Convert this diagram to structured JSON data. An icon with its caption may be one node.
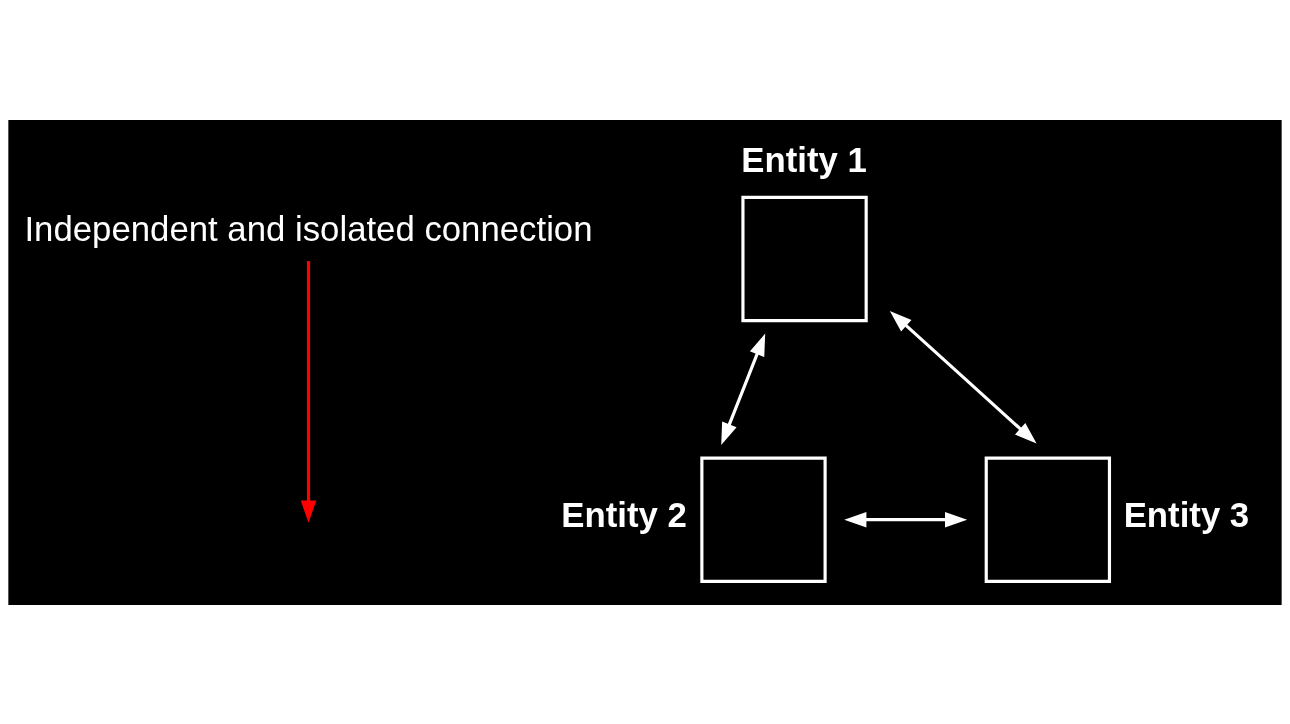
{
  "diagram": {
    "nodes": [
      {
        "text": [
          "Entity 1"
        ]
      },
      {
        "text": [
          "Entity 2"
        ]
      },
      {
        "text": [
          "Entity 3"
        ]
      },
      {
        "text": [
          "Independent and isolated connection"
        ]
      }
    ],
    "edges": [
      {
        "from": 1,
        "to": 0,
        "arrow": "both"
      },
      {
        "from": 0,
        "to": 2,
        "arrow": "both"
      },
      {
        "from": 1,
        "to": 2,
        "arrow": "both"
      },
      {
        "from": 3,
        "to": null,
        "arrow": "to",
        "color": "#ff0000"
      }
    ]
  }
}
